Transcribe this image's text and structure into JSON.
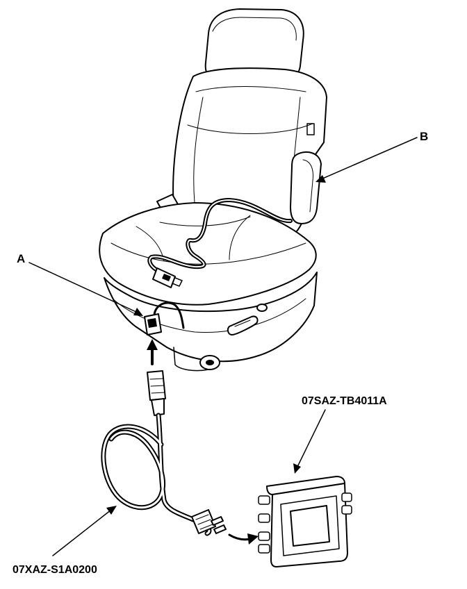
{
  "callouts": {
    "a": "A",
    "b": "B",
    "test_harness_part": "07XAZ-S1A0200",
    "test_box_part": "07SAZ-TB4011A"
  },
  "colors": {
    "line": "#000000",
    "fill": "#ffffff",
    "background": "#ffffff"
  }
}
